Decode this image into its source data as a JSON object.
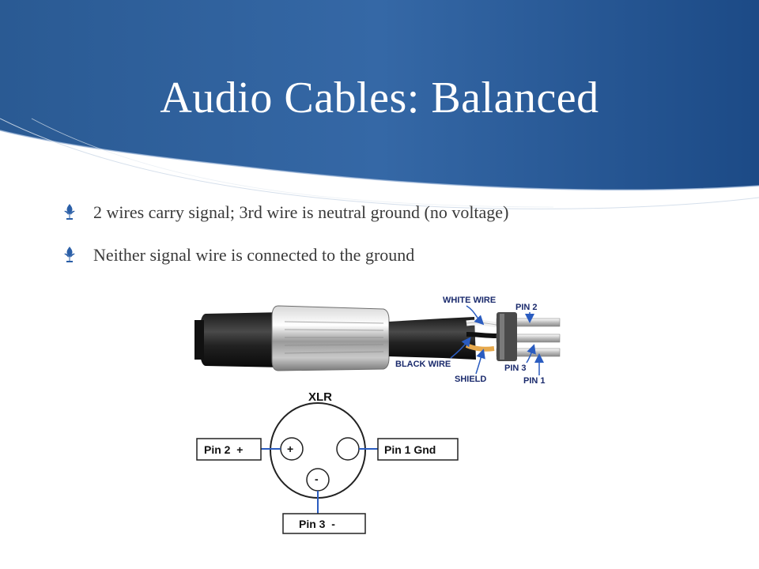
{
  "slide": {
    "title": "Audio Cables: Balanced",
    "bullets": [
      {
        "text": "2 wires carry signal; 3rd wire is neutral ground (no voltage)"
      },
      {
        "text": "Neither signal wire is connected to the ground"
      }
    ]
  },
  "cable_diagram": {
    "white_wire": "WHITE WIRE",
    "black_wire": "BLACK WIRE",
    "shield": "SHIELD",
    "pin2": "PIN 2",
    "pin3": "PIN 3",
    "pin1": "PIN 1"
  },
  "xlr_diagram": {
    "title": "XLR",
    "pin2_box": "Pin 2  +",
    "pin1_box": "Pin 1 Gnd",
    "pin3_box": "Pin 3  -",
    "plus_symbol": "+",
    "minus_symbol": "-"
  },
  "colors": {
    "header_blue": "#1f4e8c",
    "bullet_icon": "#2b5fa7",
    "label_navy": "#1a2a6c",
    "wire_blue": "#2a5cc0"
  },
  "icons": {
    "bullet": "fleur-de-lis-icon"
  }
}
